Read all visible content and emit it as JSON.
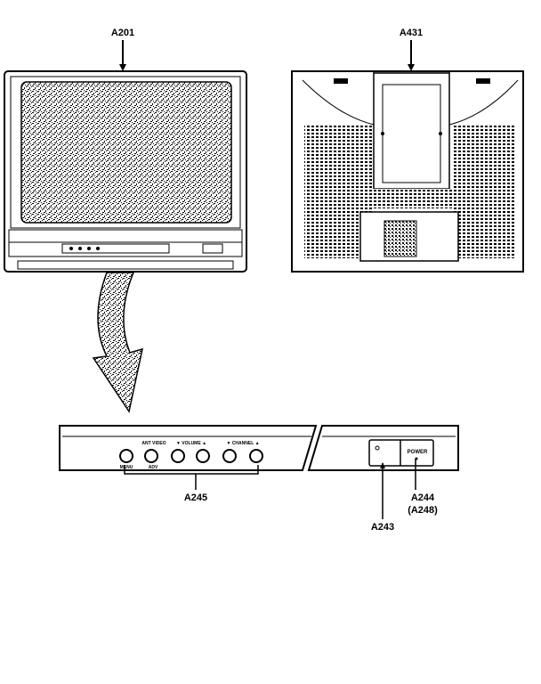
{
  "callouts": {
    "front_tv": "A201",
    "rear_cover": "A431",
    "control_buttons": "A245",
    "indicator": "A243",
    "power_button": "A244",
    "power_button_alt": "(A248)"
  },
  "panel": {
    "ant_video": "ANT VIDEO",
    "volume": "▼ VOLUME ▲",
    "channel": "▼ CHANNEL ▲",
    "menu": "MENU",
    "adv": "ADV",
    "power": "POWER"
  }
}
